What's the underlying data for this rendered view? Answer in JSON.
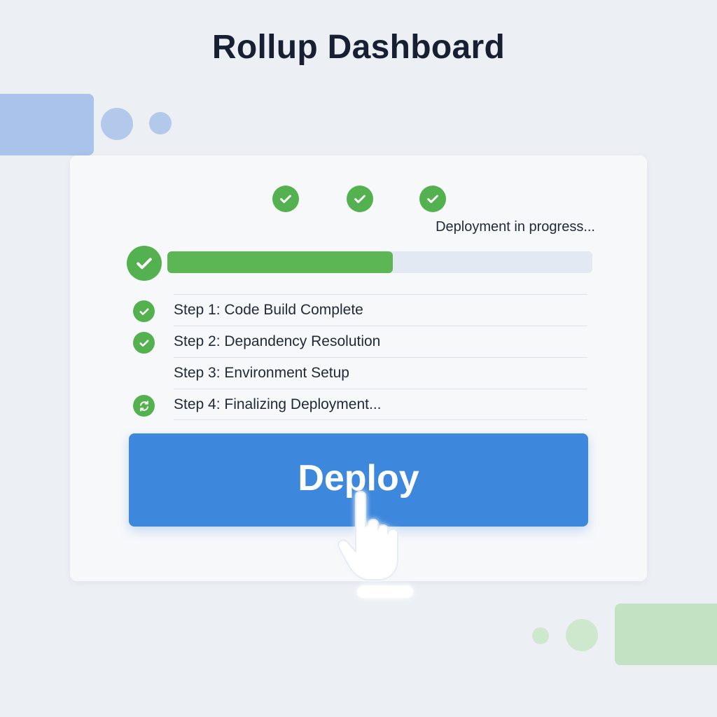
{
  "header": {
    "title": "Rollup Dashboard"
  },
  "status": {
    "text": "Deployment in progress...",
    "progress_fraction": 0.53
  },
  "steps": [
    {
      "label": "Step 1: Code Build Complete",
      "icon": "check-circle-icon"
    },
    {
      "label": "Step 2: Depandency Resolution",
      "icon": "check-circle-icon"
    },
    {
      "label": "Step 3: Environment Setup",
      "icon": "none"
    },
    {
      "label": "Step 4: Finalizing Deployment...",
      "icon": "sync-icon"
    }
  ],
  "actions": {
    "deploy_label": "Deploy"
  },
  "colors": {
    "accent_blue": "#3d87dc",
    "success_green": "#53b24f",
    "progress_track": "#e3e9f2"
  }
}
